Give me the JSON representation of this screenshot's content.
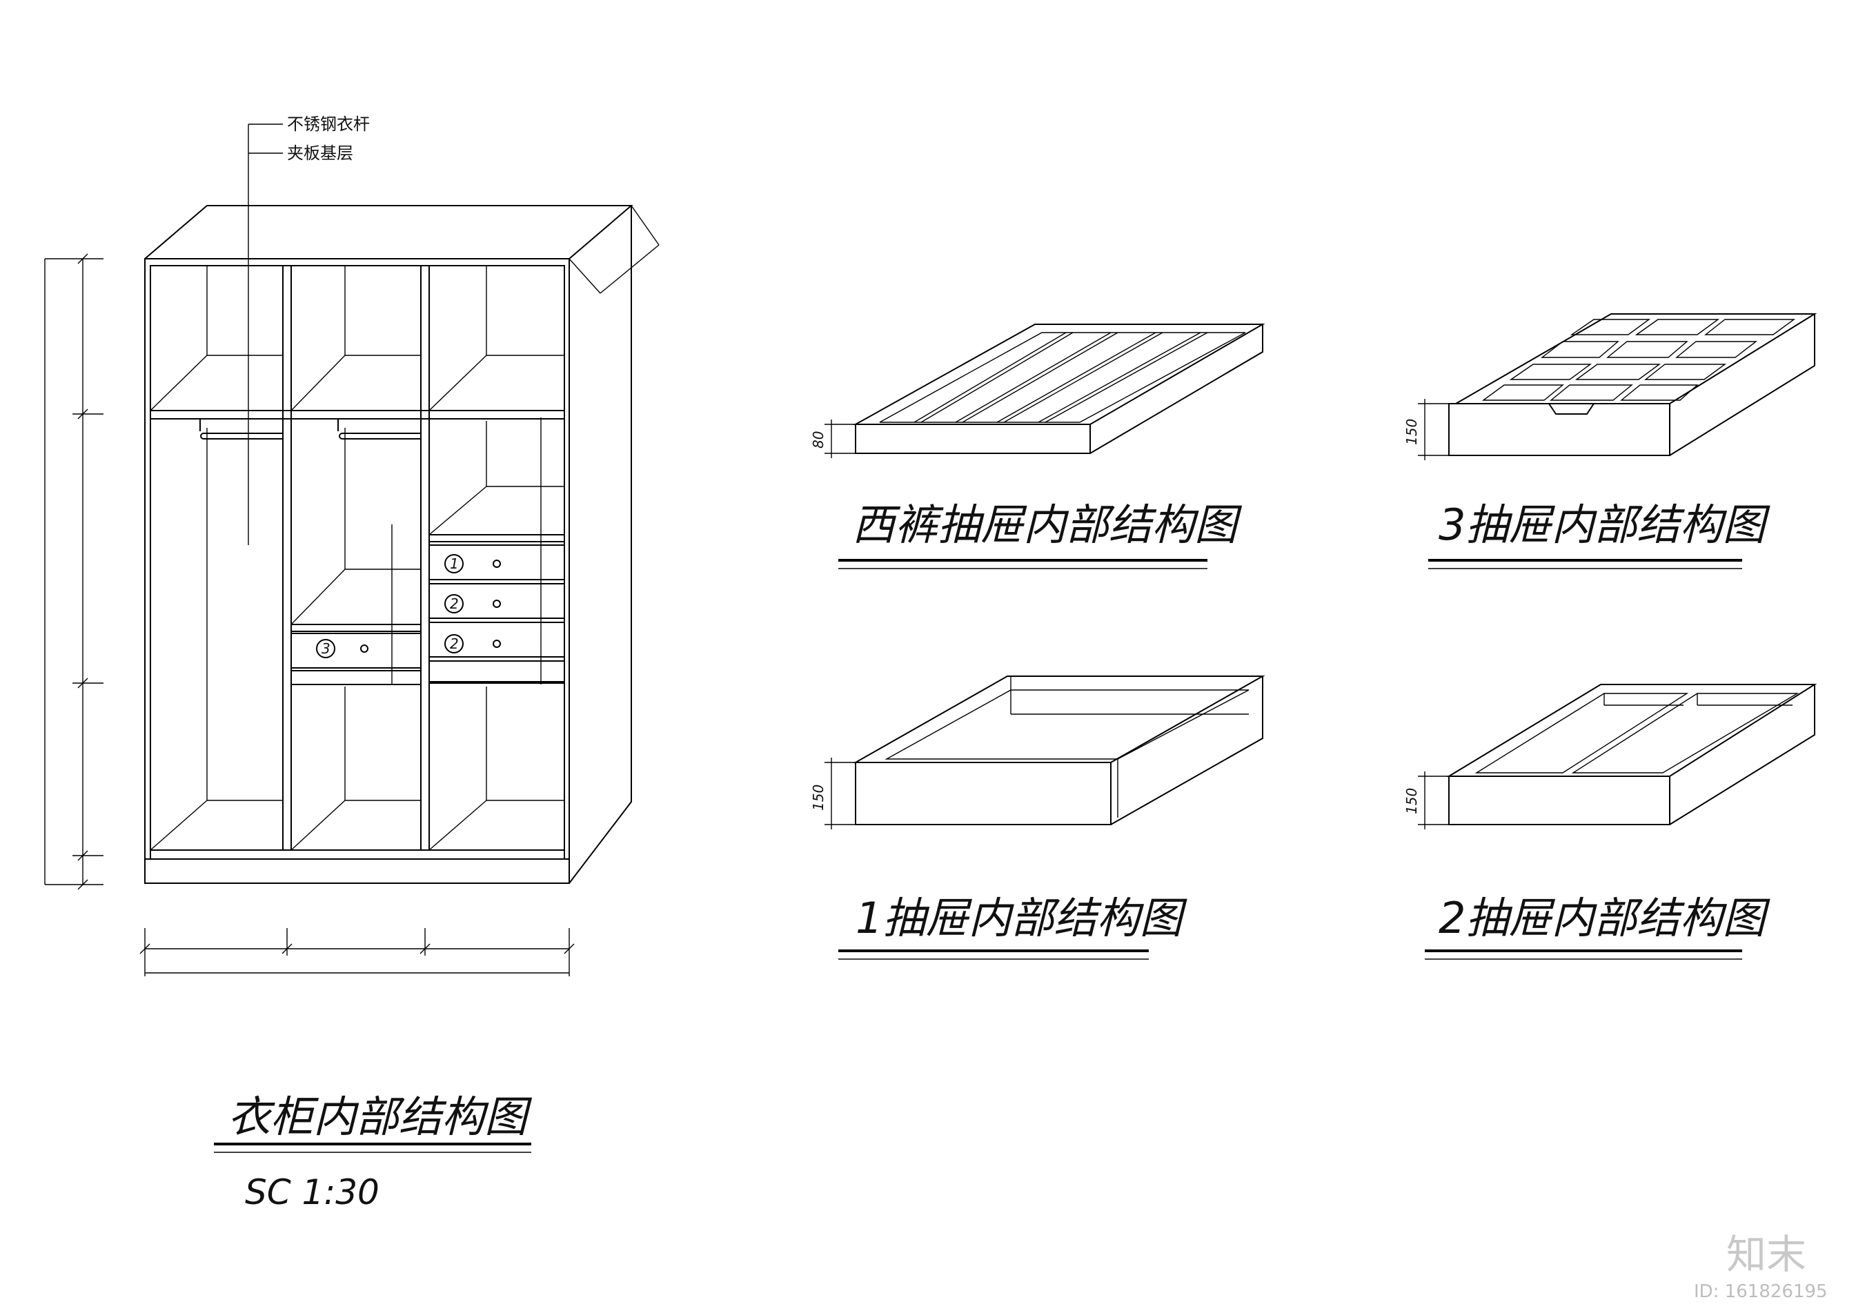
{
  "wardrobe": {
    "title": "衣柜内部结构图",
    "scale": "SC  1:30",
    "annotations": [
      "不锈钢衣杆",
      "夹板基层"
    ],
    "drawer_markers": [
      "1",
      "2",
      "2",
      "3"
    ]
  },
  "drawers": [
    {
      "id": "trousers",
      "title": "西裤抽屉内部结构图",
      "height_dim": "80"
    },
    {
      "id": "drawer3",
      "title": "3抽屉内部结构图",
      "height_dim": "150"
    },
    {
      "id": "drawer1",
      "title": "1抽屉内部结构图",
      "height_dim": "150"
    },
    {
      "id": "drawer2",
      "title": "2抽屉内部结构图",
      "height_dim": "150"
    }
  ],
  "watermark": {
    "brand": "知末",
    "id": "ID: 161826195"
  }
}
